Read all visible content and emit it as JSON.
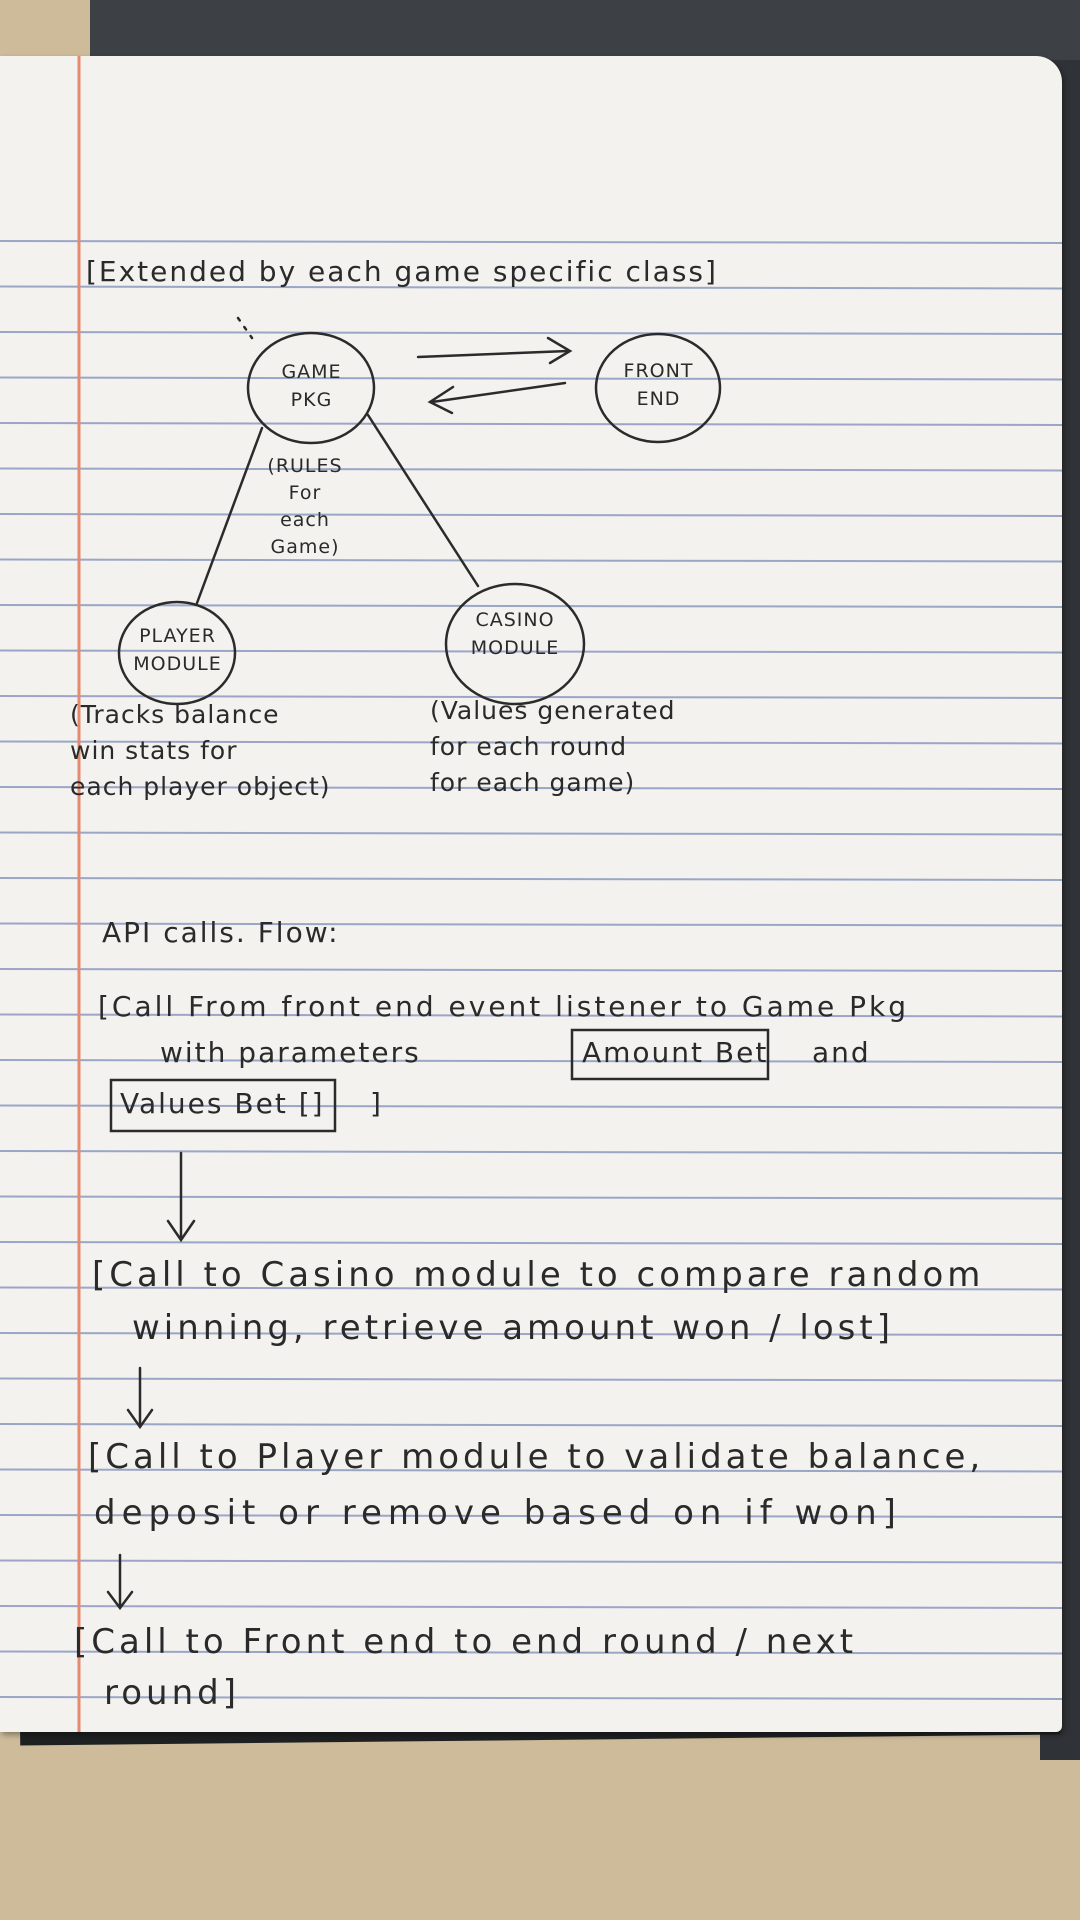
{
  "diagram": {
    "header": "[Extended by each game specific class]",
    "nodes": {
      "game_pkg": "GAME\nPKG",
      "front_end": "FRONT\nEND",
      "player_module": "PLAYER\nMODULE",
      "casino_module": "CASINO\nMODULE"
    },
    "notes": {
      "game_rules": "(RULES\nFor\neach\nGame)",
      "player": "(Tracks balance\nwin stats for\neach player object)",
      "casino": "(Values generated\nfor each round\nfor each game)"
    }
  },
  "flow": {
    "title": "API calls. Flow:",
    "step1": {
      "line1": "[Call From front end event listener to Game Pkg",
      "line2_prefix": "with parameters",
      "param_amount": "Amount Bet",
      "line2_suffix": "and",
      "param_values": "Values Bet []",
      "closing": "]"
    },
    "step2": {
      "line1": "[Call to Casino module to compare random",
      "line2": "winning, retrieve amount won / lost]"
    },
    "step3": {
      "line1": "[Call to Player module to validate balance,",
      "line2": "deposit or remove based on if won]"
    },
    "step4": {
      "line1": "[Call to Front end to end round / next",
      "line2": "round]"
    }
  }
}
